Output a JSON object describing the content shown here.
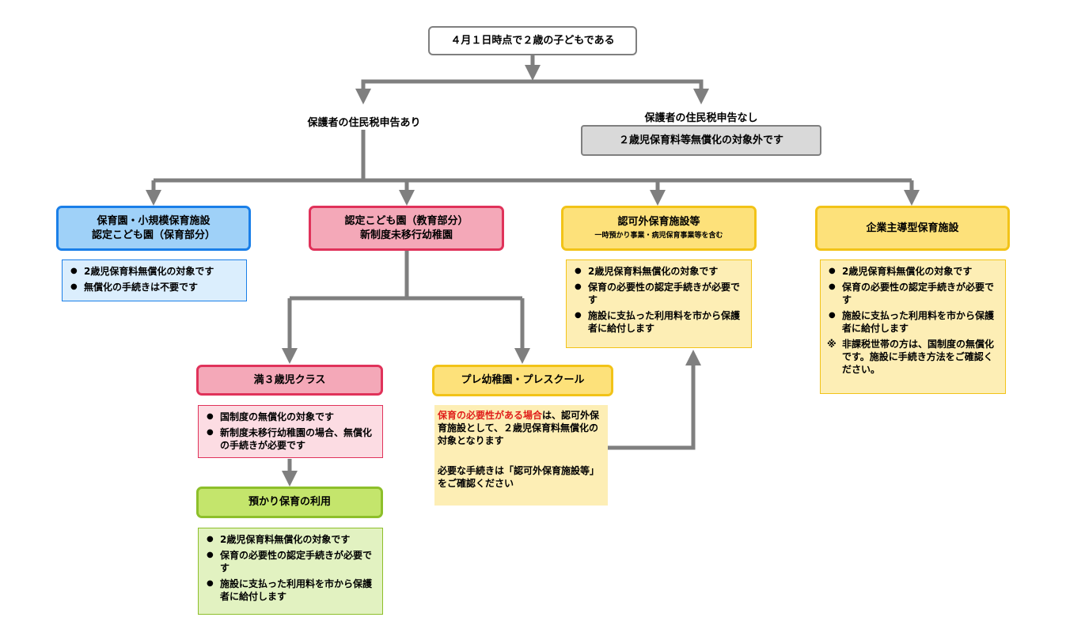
{
  "root": {
    "label": "４月１日時点で２歳の子どもである"
  },
  "branch_yes": {
    "label": "保護者の住民税申告あり"
  },
  "branch_no": {
    "label": "保護者の住民税申告なし",
    "result": "２歳児保育料等無償化の対象外です"
  },
  "facilities": {
    "hoikuen": {
      "line1": "保育園・小規模保育施設",
      "line2": "認定こども園（保育部分）",
      "notes": [
        "2歳児保育料無償化の対象です",
        "無償化の手続きは不要です"
      ]
    },
    "kodomoen": {
      "line1": "認定こども園（教育部分）",
      "line2": "新制度未移行幼稚園"
    },
    "ninkagai": {
      "line1": "認可外保育施設等",
      "sub": "一時預かり事業・病児保育事業等を含む",
      "notes": [
        "2歳児保育料無償化の対象です",
        "保育の必要性の認定手続きが必要です",
        "施設に支払った利用料を市から保護者に給付します"
      ]
    },
    "kigyo": {
      "line1": "企業主導型保育施設",
      "notes": [
        "2歳児保育料無償化の対象です",
        "保育の必要性の認定手続きが必要です",
        "施設に支払った利用料を市から保護者に給付します"
      ],
      "extra_mark": "※",
      "extra_text": "非課税世帯の方は、国制度の無償化です。施設に手続き方法をご確認ください。"
    }
  },
  "class3": {
    "label": "満３歳児クラス",
    "notes": [
      "国制度の無償化の対象です",
      "新制度未移行幼稚園の場合、無償化の手続きが必要です"
    ]
  },
  "azukari": {
    "label": "預かり保育の利用",
    "notes": [
      "2歳児保育料無償化の対象です",
      "保育の必要性の認定手続きが必要です",
      "施設に支払った利用料を市から保護者に給付します"
    ]
  },
  "pre": {
    "label": "プレ幼稚園・プレスクール",
    "note_red": "保育の必要性がある場合",
    "note_rest": "は、認可外保育施設として、２歳児保育料無償化の対象となります",
    "note2": "必要な手続きは「認可外保育施設等」をご確認ください"
  },
  "colors": {
    "line": "#7f7f7f",
    "blue_fill": "#9fd1f8",
    "blue_border": "#1a7fe8",
    "pink_fill": "#f4a8b8",
    "pink_border": "#e0325a",
    "yellow_fill": "#fde17a",
    "yellow_border": "#f2c318",
    "green_fill": "#c4e56c",
    "green_border": "#8dbf2a",
    "gray_fill": "#d9d9d9",
    "gray_border": "#7f7f7f"
  }
}
